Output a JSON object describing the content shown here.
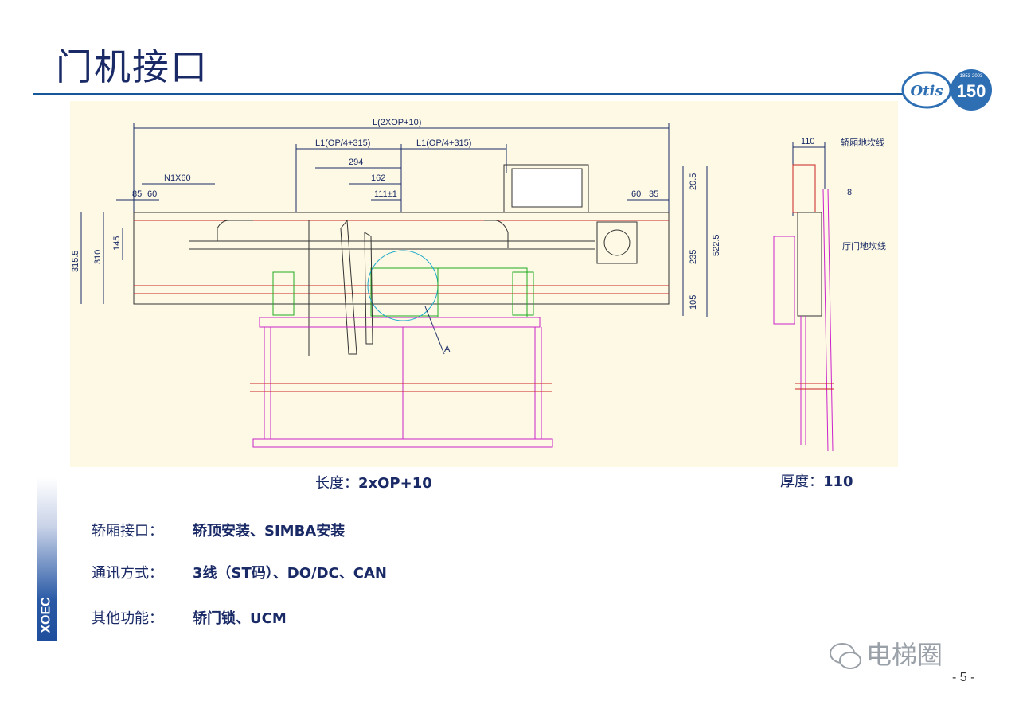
{
  "slide": {
    "title": "门机接口",
    "logo_text": "Otis",
    "logo_years": "1853-2003",
    "logo_number": "150"
  },
  "drawing": {
    "main_dims": {
      "overall": "L(2XOP+10)",
      "left_half": "L1(OP/4+315)",
      "right_half": "L1(OP/4+315)",
      "d294": "294",
      "d162": "162",
      "d111": "111±1",
      "n60": "N1X60",
      "d85": "85",
      "d60": "60",
      "d60r": "60",
      "d35": "35",
      "d20_5": "20.5",
      "d235": "235",
      "d522_5": "522.5",
      "d105": "105",
      "d315_5": "315.5",
      "d310": "310",
      "d145": "145",
      "label_a": "A"
    },
    "side_dims": {
      "d110": "110",
      "d8": "8",
      "note_top": "轿厢地坎线",
      "note_mid": "厅门地坎线"
    }
  },
  "captions": {
    "length_label": "长度：",
    "length_value": "2xOP+10",
    "thickness_label": "厚度：",
    "thickness_value": "110"
  },
  "specs": [
    {
      "label": "轿厢接口：",
      "value": "轿顶安装、SIMBA安装"
    },
    {
      "label": "通讯方式：",
      "value": "3线（ST码）、DO/DC、CAN"
    },
    {
      "label": "其他功能：",
      "value": "轿门锁、UCM"
    }
  ],
  "sidebar": {
    "text": "XOEC"
  },
  "watermark": {
    "text": "电梯圈"
  },
  "footer": {
    "page": "- 5 -"
  }
}
